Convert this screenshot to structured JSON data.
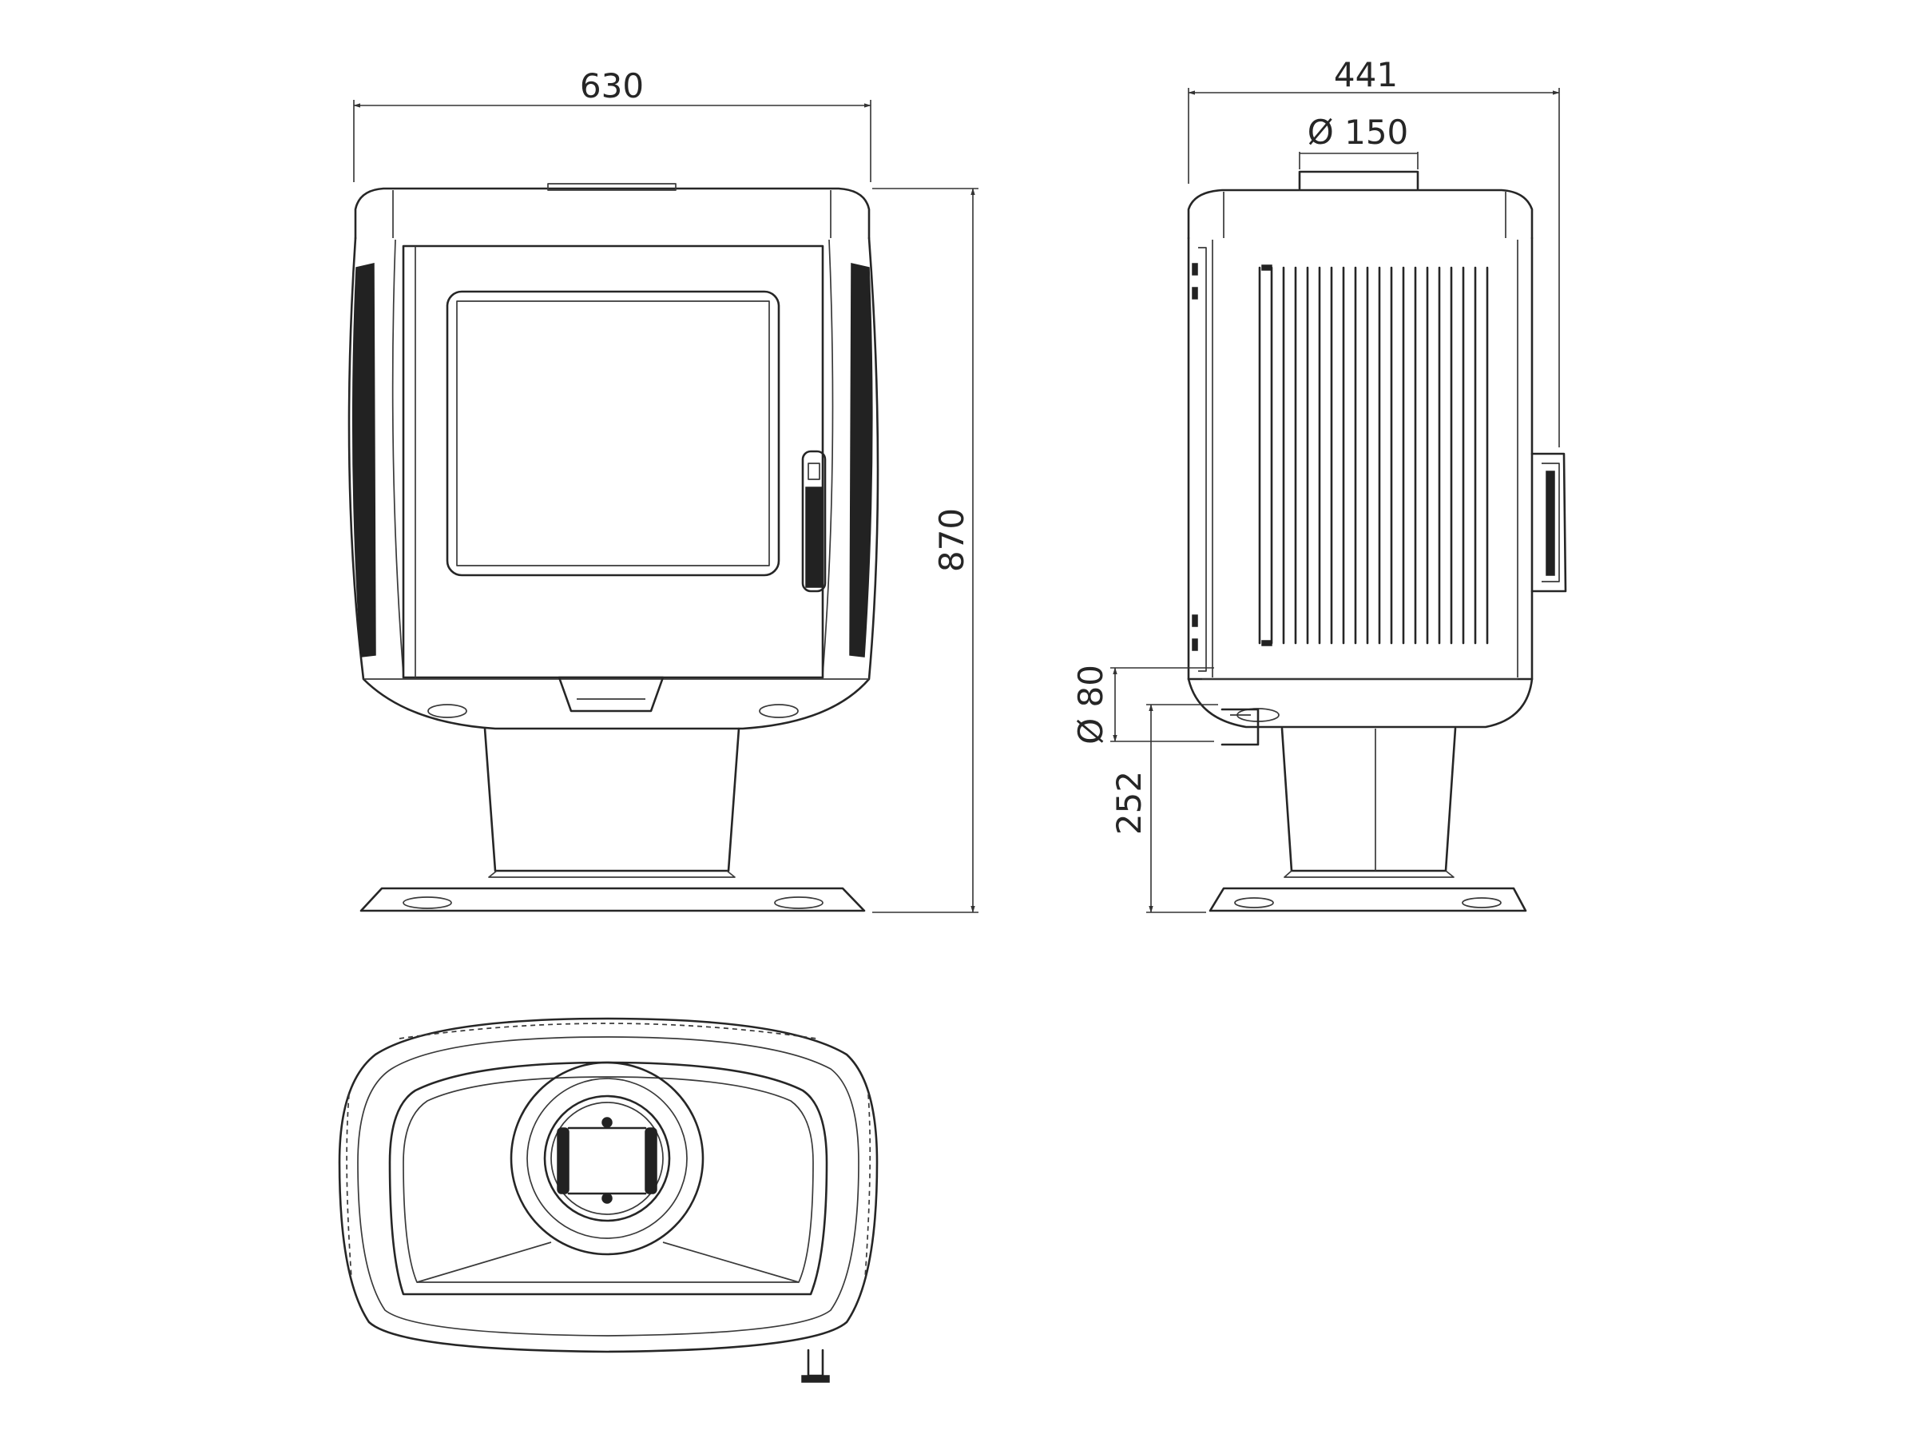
{
  "dimensions": {
    "front_width": "630",
    "height": "870",
    "side_depth": "441",
    "flue_diameter": "Ø 150",
    "air_inlet_diameter": "Ø 80",
    "air_inlet_height": "252"
  }
}
